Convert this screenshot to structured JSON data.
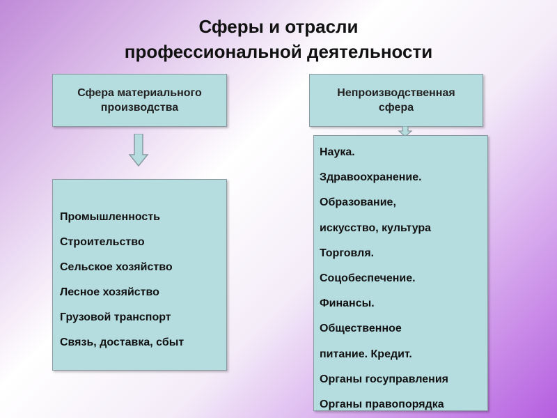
{
  "title": {
    "line1": "Сферы и отрасли",
    "line2": "профессиональной деятельности"
  },
  "left": {
    "header_line1": "Сфера материального",
    "header_line2": "производства",
    "items": [
      "Промышленность",
      "Строительство",
      "Сельское хозяйство",
      "Лесное хозяйство",
      "Грузовой транспорт",
      "Связь, доставка, сбыт"
    ]
  },
  "right": {
    "header_line1": "Непроизводственная",
    "header_line2": "сфера",
    "items": [
      "Наука.",
      "Здравоохранение.",
      "Образование,",
      "искусство, культура",
      "Торговля.",
      "Соцобеспечение.",
      "Финансы.",
      "Общественное",
      "питание. Кредит.",
      "Органы госуправления",
      "Органы правопорядка"
    ]
  },
  "colors": {
    "box_fill": "#b5dde0",
    "arrow_fill": "#b5dde0"
  }
}
